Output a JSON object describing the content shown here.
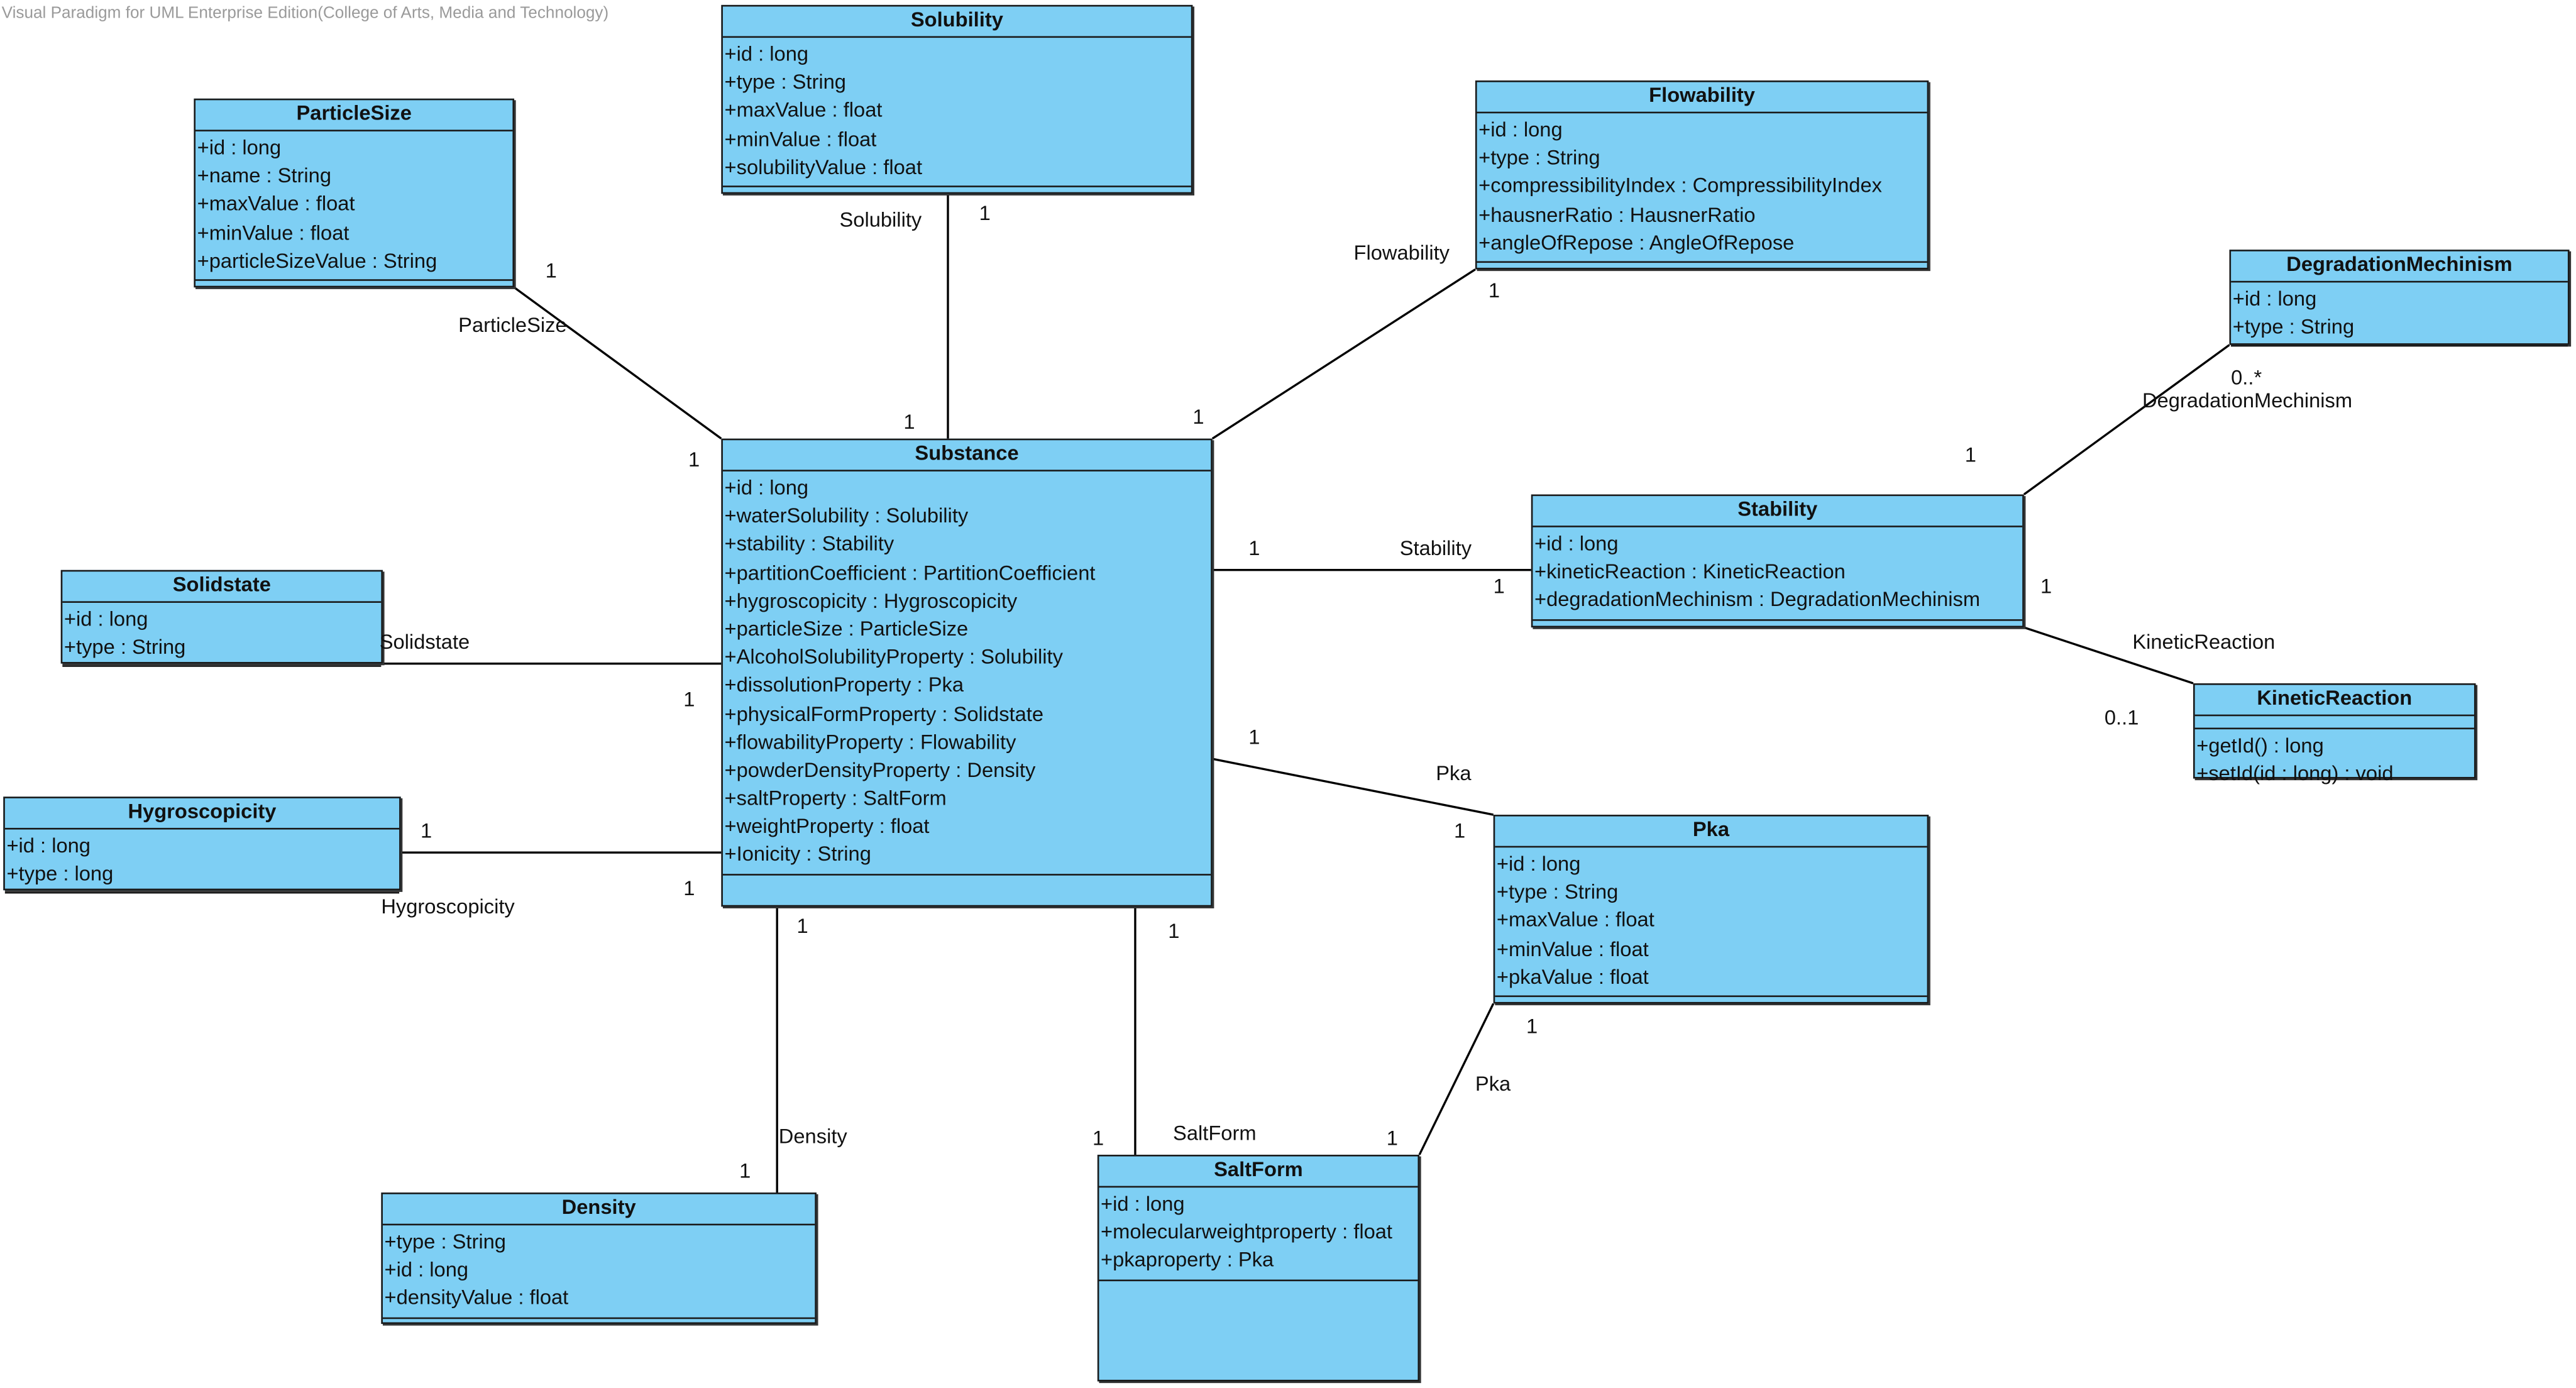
{
  "app_title": "Visual Paradigm for UML Enterprise Edition(College of Arts, Media and Technology)",
  "colors": {
    "class_fill": "#7ecff4",
    "class_border": "#1a1a1a",
    "association_line": "#000000"
  },
  "classes": [
    {
      "id": "solubility",
      "name": "Solubility",
      "attributes": [
        "+id : long",
        "+type : String",
        "+maxValue : float",
        "+minValue : float",
        "+solubilityValue : float"
      ],
      "operations": []
    },
    {
      "id": "particlesize",
      "name": "ParticleSize",
      "attributes": [
        "+id : long",
        "+name : String",
        "+maxValue : float",
        "+minValue : float",
        "+particleSizeValue : String"
      ],
      "operations": []
    },
    {
      "id": "flowability",
      "name": "Flowability",
      "attributes": [
        "+id : long",
        "+type : String",
        "+compressibilityIndex : CompressibilityIndex",
        "+hausnerRatio : HausnerRatio",
        "+angleOfRepose : AngleOfRepose"
      ],
      "operations": []
    },
    {
      "id": "degradation",
      "name": "DegradationMechinism",
      "attributes": [
        "+id : long",
        "+type : String"
      ],
      "operations": []
    },
    {
      "id": "substance",
      "name": "Substance",
      "attributes": [
        "+id : long",
        "+waterSolubility : Solubility",
        "+stability : Stability",
        "+partitionCoefficient : PartitionCoefficient",
        "+hygroscopicity : Hygroscopicity",
        "+particleSize : ParticleSize",
        "+AlcoholSolubilityProperty : Solubility",
        "+dissolutionProperty : Pka",
        "+physicalFormProperty : Solidstate",
        "+flowabilityProperty : Flowability",
        "+powderDensityProperty : Density",
        "+saltProperty : SaltForm",
        "+weightProperty : float",
        "+Ionicity : String"
      ],
      "operations": []
    },
    {
      "id": "stability",
      "name": "Stability",
      "attributes": [
        "+id : long",
        "+kineticReaction : KineticReaction",
        "+degradationMechinism : DegradationMechinism"
      ],
      "operations": []
    },
    {
      "id": "solidstate",
      "name": "Solidstate",
      "attributes": [
        "+id : long",
        "+type : String"
      ],
      "operations": []
    },
    {
      "id": "kinetic",
      "name": "KineticReaction",
      "attributes": [],
      "operations": [
        "+getId() : long",
        "+setId(id : long) : void"
      ]
    },
    {
      "id": "hygroscopicity",
      "name": "Hygroscopicity",
      "attributes": [
        "+id : long",
        "+type : long"
      ],
      "operations": []
    },
    {
      "id": "pka",
      "name": "Pka",
      "attributes": [
        "+id : long",
        "+type : String",
        "+maxValue : float",
        "+minValue : float",
        "+pkaValue : float"
      ],
      "operations": []
    },
    {
      "id": "density",
      "name": "Density",
      "attributes": [
        "+type : String",
        "+id : long",
        "+densityValue : float"
      ],
      "operations": []
    },
    {
      "id": "saltform",
      "name": "SaltForm",
      "attributes": [
        "+id : long",
        "+molecularweightproperty : float",
        "+pkaproperty : Pka"
      ],
      "operations": []
    }
  ],
  "associations": [
    {
      "id": "a-solubility",
      "name": "Solubility",
      "from": "substance",
      "to": "solubility",
      "mult_from": "1",
      "mult_to": "1"
    },
    {
      "id": "a-particlesize",
      "name": "ParticleSize",
      "from": "substance",
      "to": "particlesize",
      "mult_from": "1",
      "mult_to": "1"
    },
    {
      "id": "a-flowability",
      "name": "Flowability",
      "from": "substance",
      "to": "flowability",
      "mult_from": "1",
      "mult_to": "1"
    },
    {
      "id": "a-stability",
      "name": "Stability",
      "from": "substance",
      "to": "stability",
      "mult_from": "1",
      "mult_to": "1"
    },
    {
      "id": "a-degradation",
      "name": "DegradationMechinism",
      "from": "stability",
      "to": "degradation",
      "mult_from": "1",
      "mult_to": "0..*"
    },
    {
      "id": "a-kinetic",
      "name": "KineticReaction",
      "from": "stability",
      "to": "kinetic",
      "mult_from": "1",
      "mult_to": "0..1"
    },
    {
      "id": "a-solidstate",
      "name": "Solidstate",
      "from": "substance",
      "to": "solidstate",
      "mult_from": "1",
      "mult_to": ""
    },
    {
      "id": "a-hygroscopicity",
      "name": "Hygroscopicity",
      "from": "substance",
      "to": "hygroscopicity",
      "mult_from": "1",
      "mult_to": "1"
    },
    {
      "id": "a-pka",
      "name": "Pka",
      "from": "substance",
      "to": "pka",
      "mult_from": "1",
      "mult_to": "1"
    },
    {
      "id": "a-density",
      "name": "Density",
      "from": "substance",
      "to": "density",
      "mult_from": "1",
      "mult_to": "1"
    },
    {
      "id": "a-saltform",
      "name": "SaltForm",
      "from": "substance",
      "to": "saltform",
      "mult_from": "1",
      "mult_to": "1"
    },
    {
      "id": "a-pka-salt",
      "name": "Pka",
      "from": "pka",
      "to": "saltform",
      "mult_from": "1",
      "mult_to": "1"
    }
  ]
}
